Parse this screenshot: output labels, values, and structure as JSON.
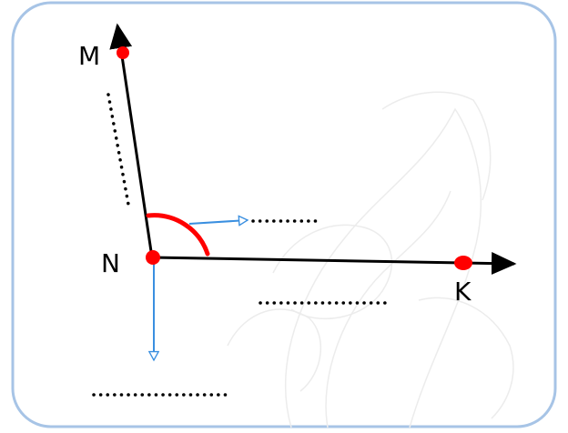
{
  "points": {
    "m": {
      "label": "M"
    },
    "n": {
      "label": "N"
    },
    "k": {
      "label": "K"
    }
  },
  "colors": {
    "frame": "#a7c4e6",
    "ray": "#000000",
    "point": "#ff0000",
    "angle_arc": "#ff0000",
    "pointer_arrow": "#3a8fe0",
    "dotted_blank": "#000000",
    "watermark": "#ececec"
  }
}
